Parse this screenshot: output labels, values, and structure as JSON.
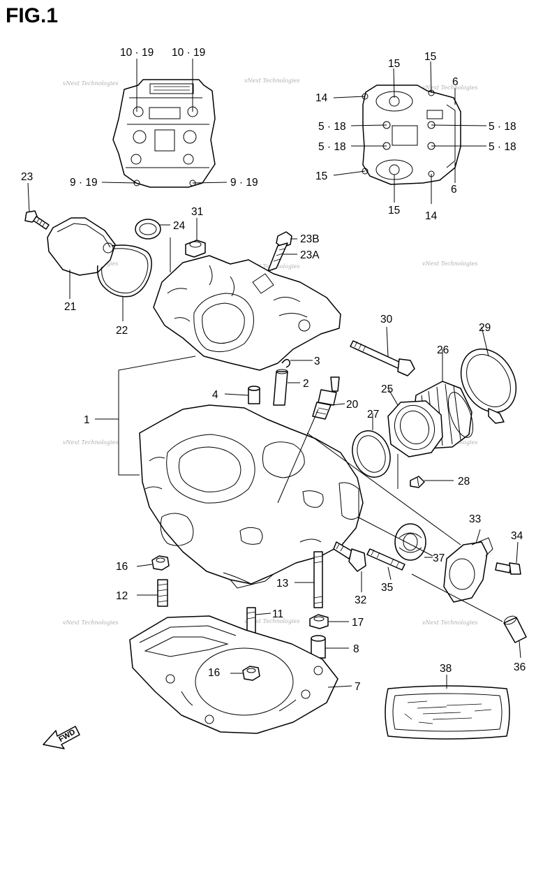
{
  "figure": {
    "title": "FIG.1",
    "fwd_label": "FWD"
  },
  "watermark": {
    "text": "vNext Technologies"
  },
  "callouts": {
    "c10_19_left": "10 · 19",
    "c10_19_right": "10 · 19",
    "c9_19_left": "9 · 19",
    "c9_19_right": "9 · 19",
    "c23": "23",
    "c24": "24",
    "c31": "31",
    "c23B": "23B",
    "c23A": "23A",
    "c21": "21",
    "c22": "22",
    "c15_top": "15",
    "c15_topright": "15",
    "c6_top": "6",
    "c14_left": "14",
    "c5_18_a": "5 · 18",
    "c5_18_b": "5 · 18",
    "c5_18_c": "5 · 18",
    "c5_18_d": "5 · 18",
    "c15_left": "15",
    "c6_bottom": "6",
    "c15_bottom": "15",
    "c14_bottom": "14",
    "c30": "30",
    "c29": "29",
    "c26": "26",
    "c3": "3",
    "c2": "2",
    "c4": "4",
    "c25": "25",
    "c20": "20",
    "c27": "27",
    "c1": "1",
    "c28": "28",
    "c33": "33",
    "c34": "34",
    "c37": "37",
    "c16_top": "16",
    "c35": "35",
    "c13": "13",
    "c12": "12",
    "c32": "32",
    "c11": "11",
    "c17": "17",
    "c8": "8",
    "c36": "36",
    "c16_bottom": "16",
    "c7": "7",
    "c38": "38"
  }
}
